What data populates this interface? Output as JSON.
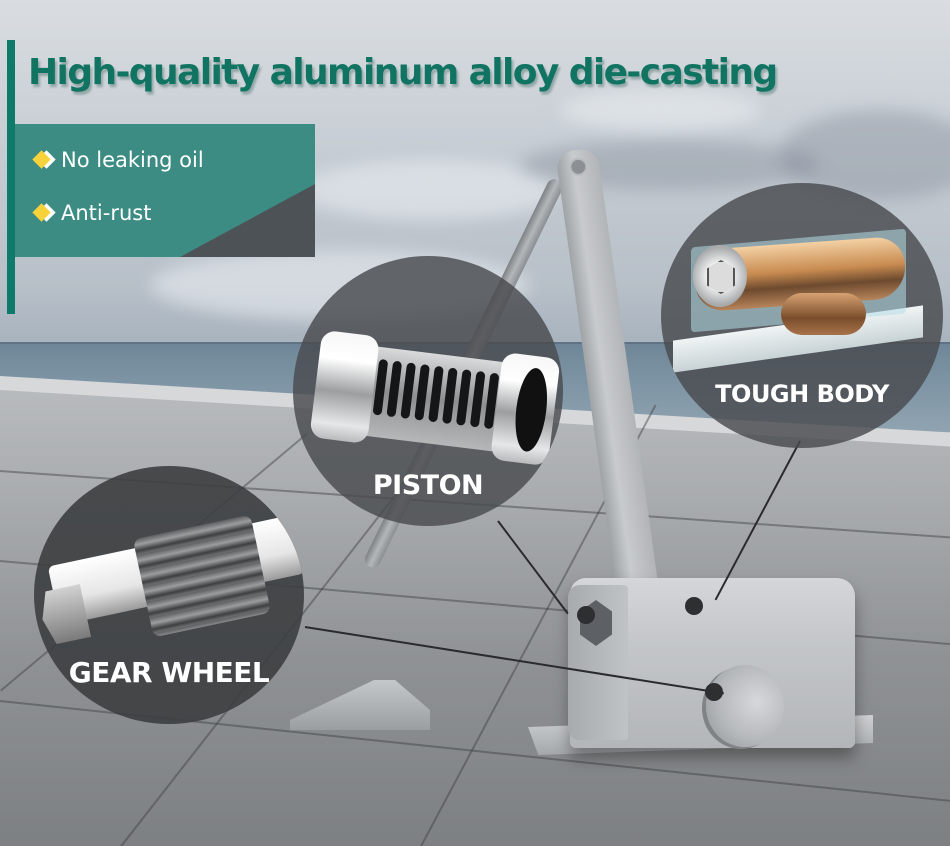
{
  "headline": "High-quality aluminum alloy die-casting",
  "features": [
    {
      "icon": "diamond-bullet-icon",
      "label": "No leaking oil"
    },
    {
      "icon": "diamond-bullet-icon",
      "label": "Anti-rust"
    }
  ],
  "callouts": {
    "piston": {
      "label": "PISTON"
    },
    "tough_body": {
      "label": "TOUGH BODY"
    },
    "gear_wheel": {
      "label": "GEAR WHEEL"
    }
  },
  "colors": {
    "accent": "#0e7a69",
    "headline": "#117463",
    "panel": "#3c8c84",
    "bullet": "#f7d23b",
    "callout_bg": "#484a4e"
  }
}
